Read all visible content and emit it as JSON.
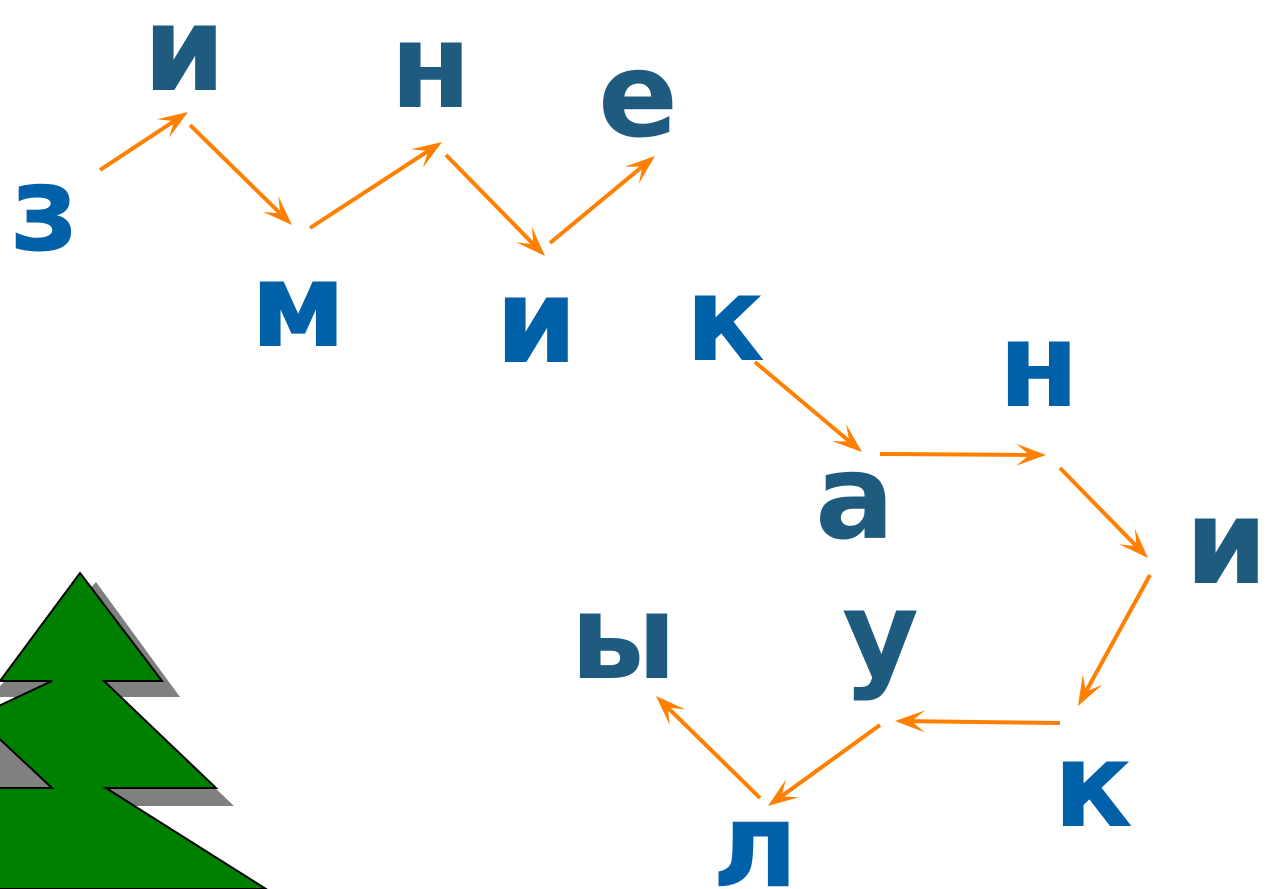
{
  "colors": {
    "letter_blue": "#0060a8",
    "letter_teal": "#1f5b7e",
    "arrow": "#ff8000",
    "tree_green": "#008000",
    "tree_shadow": "#808080"
  },
  "word1": {
    "letters": [
      "з",
      "и",
      "м",
      "н",
      "и",
      "е"
    ]
  },
  "word2": {
    "letters": [
      "к",
      "а",
      "н",
      "и",
      "к",
      "у",
      "л",
      "ы"
    ]
  },
  "decoration": "fir-tree"
}
